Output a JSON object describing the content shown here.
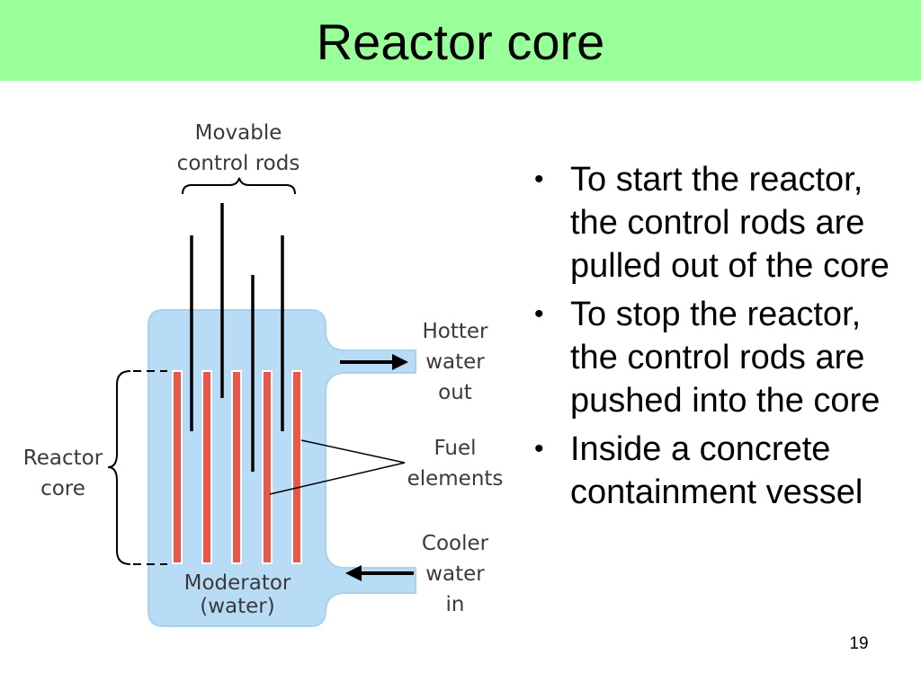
{
  "slide": {
    "title": "Reactor core",
    "page_number": "19"
  },
  "diagram": {
    "label_movable_line1": "Movable",
    "label_movable_line2": "control rods",
    "label_hotter_line1": "Hotter",
    "label_hotter_line2": "water",
    "label_hotter_line3": "out",
    "label_fuel_line1": "Fuel",
    "label_fuel_line2": "elements",
    "label_cooler_line1": "Cooler",
    "label_cooler_line2": "water",
    "label_cooler_line3": "in",
    "label_reactor_line1": "Reactor",
    "label_reactor_line2": "core",
    "label_moderator_line1": "Moderator",
    "label_moderator_line2": "(water)",
    "colors": {
      "vessel": "#b8dcf5",
      "fuel_element": "#e8584a",
      "rod": "#000000",
      "title_bar": "#99ff99"
    }
  },
  "bullets": [
    "To start the reactor, the control rods are pulled out of the core",
    "To stop the reactor, the control rods are pushed into the core",
    "Inside a concrete containment vessel"
  ]
}
